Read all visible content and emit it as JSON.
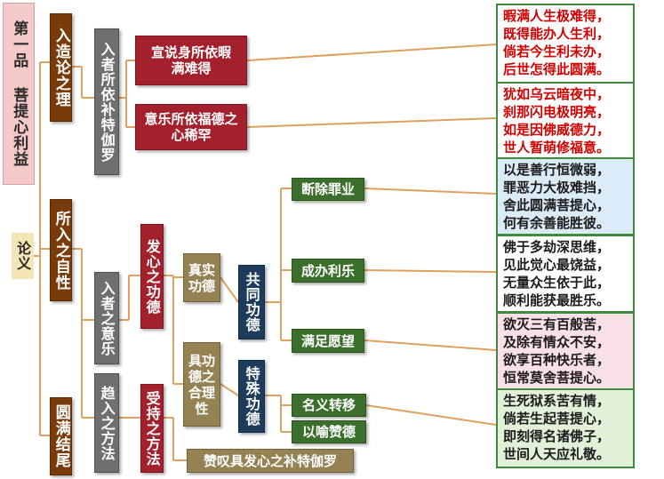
{
  "title": {
    "text": "第一品 菩提心利益"
  },
  "root": {
    "label": "论义"
  },
  "sections": {
    "entry": "入造论之理",
    "self": "所入之自性",
    "end": "圆满结尾"
  },
  "branches": {
    "basis": "入者所依补特伽罗",
    "meaning": "入者之意乐",
    "method": "趋入之方法"
  },
  "nodes": {
    "rare_body": "宣说身所依暇满难得",
    "rare_mind": "意乐所依福德之心稀罕",
    "arouse_merit": "发心之功德",
    "accept_method": "受持之方法",
    "real_merit": "真实功德",
    "reason_merit": "具功德之合理性",
    "common_merit": "共同功德",
    "special_merit": "特殊功德",
    "cut_sin": "断除罪业",
    "benefit": "成办利乐",
    "wish": "满足愿望",
    "rename": "名义转移",
    "metaphor": "以喻赞德",
    "praise_person": "赞叹具发心之补特伽罗"
  },
  "verses": [
    {
      "lines": [
        "暇满人生极难得，",
        "既得能办人生利，",
        "倘若今生利未办，",
        "后世怎得此圆满。"
      ],
      "bg": "#ffffff",
      "emphasis": true
    },
    {
      "lines": [
        "犹如乌云暗夜中，",
        "刹那闪电极明亮，",
        "如是因佛威德力，",
        "世人暂萌修福意。"
      ],
      "bg": "#ffffff",
      "emphasis": true
    },
    {
      "lines": [
        "以是善行恒微弱，",
        "罪恶力大极难挡，",
        "舍此圆满菩提心，",
        "何有余善能胜彼。"
      ],
      "bg": "#daeaf7",
      "emphasis": false
    },
    {
      "lines": [
        "佛于多劫深思维，",
        "见此觉心最饶益，",
        "无量众生依于此，",
        "顺利能获最胜乐。"
      ],
      "bg": "#ffffff",
      "emphasis": false
    },
    {
      "lines": [
        "欲灭三有百般苦，",
        "及除有情众不安，",
        "欲享百种快乐者，",
        "恒常莫舍菩提心。"
      ],
      "bg": "#f8e0e6",
      "emphasis": false
    },
    {
      "lines": [
        "生死狱系苦有情，",
        "倘若生起菩提心，",
        "即刻得名诸佛子，",
        "世间人天应礼敬。"
      ],
      "bg": "#e2f0d8",
      "emphasis": false
    }
  ],
  "colors": {
    "connector": "#e0a060",
    "brown": "#7a3b0a",
    "gray": "#6f6f6f",
    "red": "#a3202d",
    "tan": "#958253",
    "navy": "#1d3b5b",
    "green": "#3b6f2c",
    "emphasis_text": "#d00000"
  }
}
